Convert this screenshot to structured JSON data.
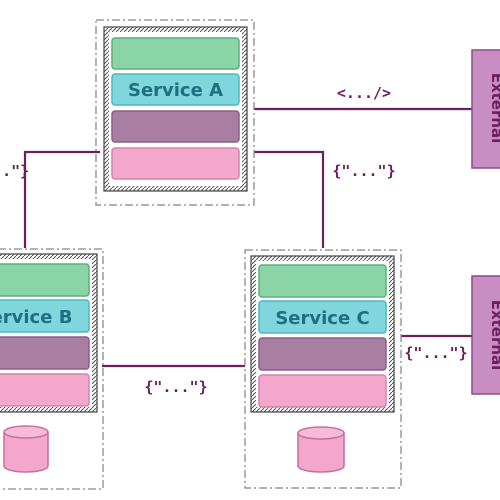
{
  "colors": {
    "line": "#6a1f5e",
    "green": "#8ad4a6",
    "teal": "#7fd6dc",
    "purple": "#a87ea3",
    "pink": "#f3a8cb",
    "external": "#c88ec3",
    "label_text": "#1f6f80"
  },
  "services": {
    "a": {
      "label": "Service A"
    },
    "b": {
      "label": "Service B"
    },
    "c": {
      "label": "Service C"
    }
  },
  "edges": {
    "a_to_external_top": "<.../>",
    "a_to_b": "{\"...\"}",
    "a_to_c": "{\"...\"}",
    "b_to_c": "{\"...\"}",
    "c_to_external_bottom": "{\"...\"}"
  },
  "externals": {
    "top": {
      "label": "External"
    },
    "bottom": {
      "label": "External"
    }
  },
  "icons": [
    "database-icon"
  ]
}
